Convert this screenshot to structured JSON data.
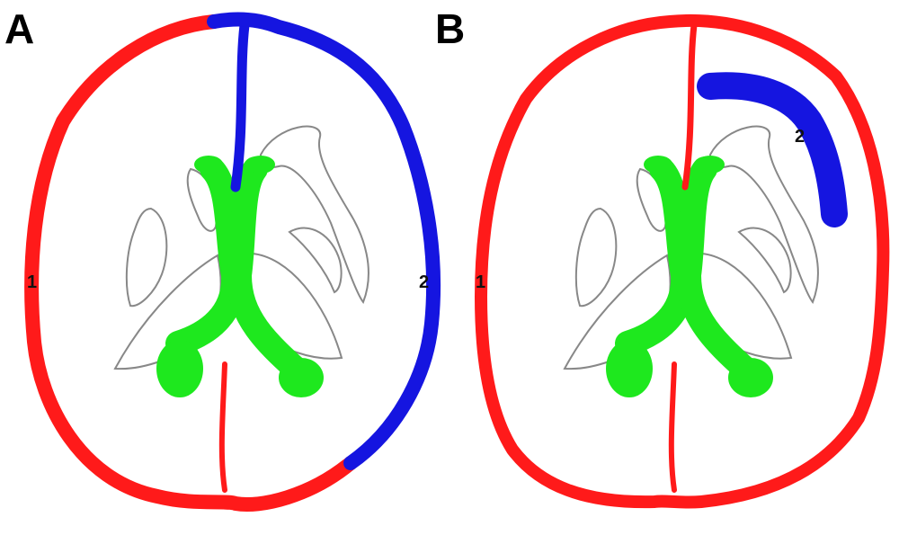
{
  "panels": [
    {
      "letter": "A",
      "label_1": "1",
      "label_2": "2",
      "red_region": "cranium-left-half",
      "blue_region": "cranium-right-half"
    },
    {
      "letter": "B",
      "label_1": "1",
      "label_2": "2",
      "red_region": "whole-cranium",
      "blue_region": "frontal-crescent"
    }
  ],
  "colors": {
    "red": "#ff1a1a",
    "blue": "#1515e0",
    "green": "#1ee81e",
    "orange": "#ff9a10",
    "yellow": "#f0ec10",
    "outline": "#888888",
    "background": "#ffffff"
  }
}
